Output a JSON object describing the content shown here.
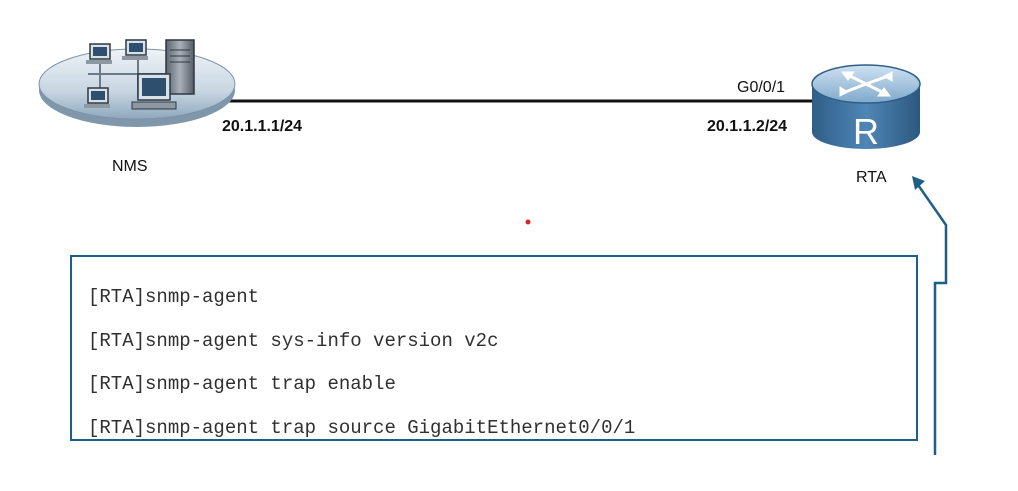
{
  "nms": {
    "label": "NMS",
    "ip": "20.1.1.1/24"
  },
  "rta": {
    "label": "RTA",
    "router_symbol": "R",
    "port": "G0/0/1",
    "ip": "20.1.1.2/24"
  },
  "commands": [
    "[RTA]snmp-agent",
    "[RTA]snmp-agent sys-info version v2c",
    "[RTA]snmp-agent trap enable",
    "[RTA]snmp-agent trap source GigabitEthernet0/0/1"
  ],
  "colors": {
    "link_line": "#111111",
    "arrow": "#1f5f86",
    "box_border": "#1f5f86",
    "router_body": "#3d6f98",
    "router_top": "#8fb8d8",
    "nms_platform": "#9fb6c9"
  },
  "icons": {
    "nms": "network-management-station-icon",
    "rta": "router-icon"
  }
}
